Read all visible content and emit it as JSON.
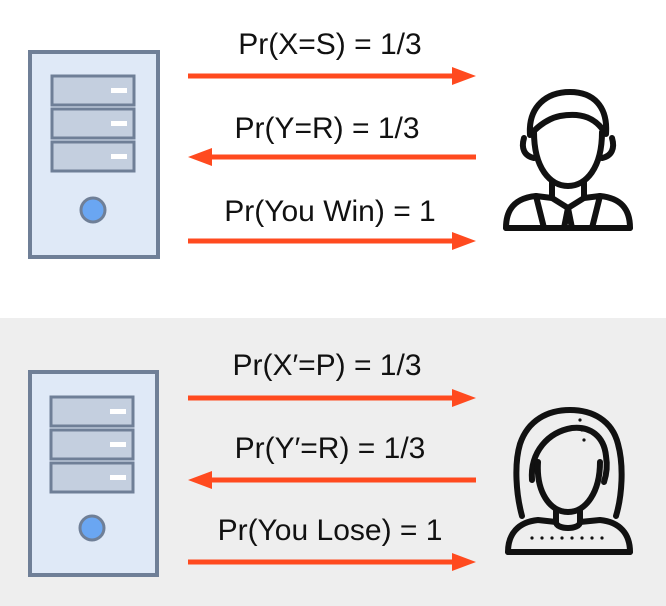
{
  "exchanges": [
    {
      "person": "man",
      "messages": [
        {
          "text": "Pr(X=S) = 1/3",
          "direction": "right"
        },
        {
          "text": "Pr(Y=R) = 1/3",
          "direction": "left"
        },
        {
          "text": "Pr(You Win) = 1",
          "direction": "right"
        }
      ]
    },
    {
      "person": "woman",
      "messages": [
        {
          "text": "Pr(X′=P) = 1/3",
          "direction": "right"
        },
        {
          "text": "Pr(Y′=R) = 1/3",
          "direction": "left"
        },
        {
          "text": "Pr(You Lose) = 1",
          "direction": "right"
        }
      ]
    }
  ],
  "colors": {
    "arrow": "#ff4a1f",
    "server_outline": "#6f7f97",
    "server_fill": "#dfe9f7",
    "drive_fill": "#c4cfdf",
    "drive_light": "#ffffff",
    "power_button": "#6aa6f2",
    "person_outline": "#111111",
    "bottom_panel": "#eeeeee"
  },
  "icons": {
    "server": "server-tower-icon",
    "man": "man-avatar-icon",
    "woman": "woman-avatar-icon"
  }
}
